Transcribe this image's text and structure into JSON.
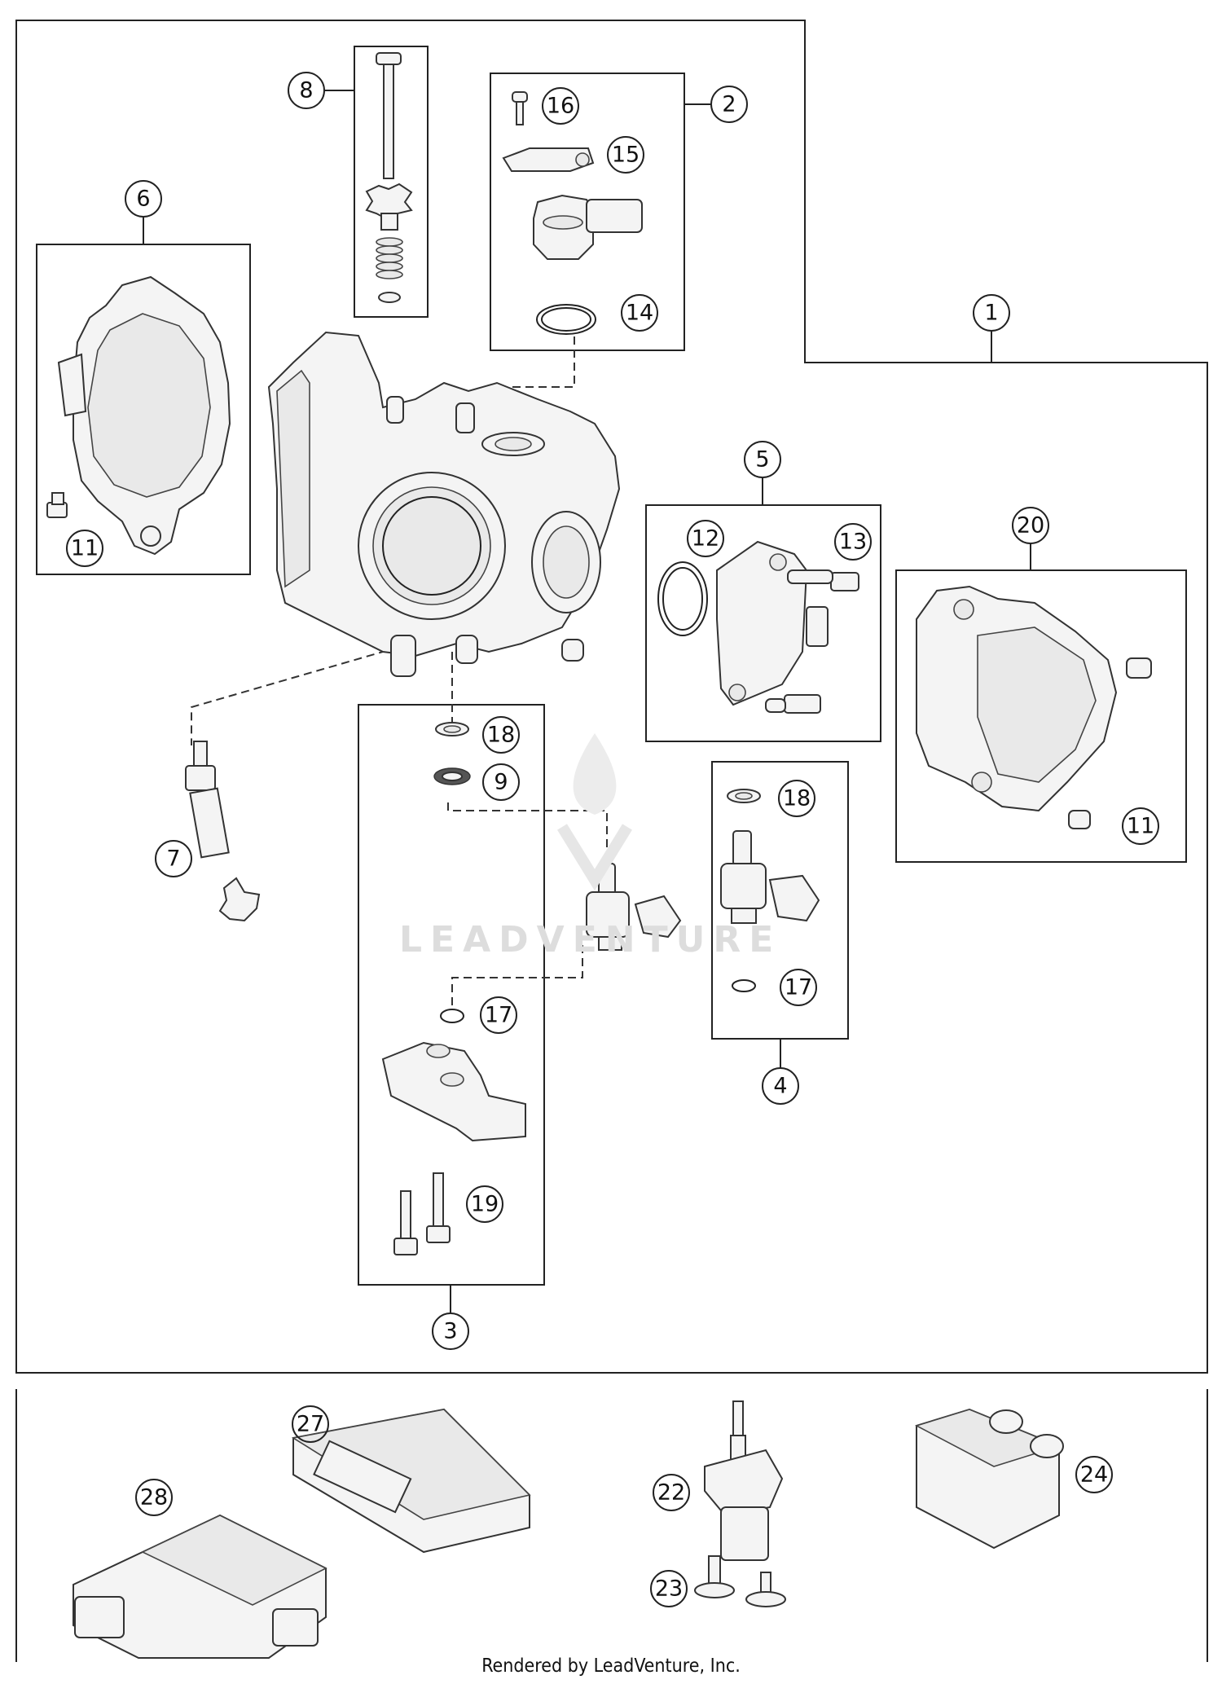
{
  "callouts": {
    "c1": "1",
    "c2": "2",
    "c3": "3",
    "c4": "4",
    "c5": "5",
    "c6": "6",
    "c7": "7",
    "c8": "8",
    "c9": "9",
    "c11a": "11",
    "c11b": "11",
    "c12": "12",
    "c13": "13",
    "c14": "14",
    "c15": "15",
    "c16": "16",
    "c17a": "17",
    "c17b": "17",
    "c18a": "18",
    "c18b": "18",
    "c19": "19",
    "c20": "20",
    "c22": "22",
    "c23": "23",
    "c24": "24",
    "c27": "27",
    "c28": "28"
  },
  "watermark": "LEADVENTURE",
  "footer": "Rendered by LeadVenture, Inc."
}
